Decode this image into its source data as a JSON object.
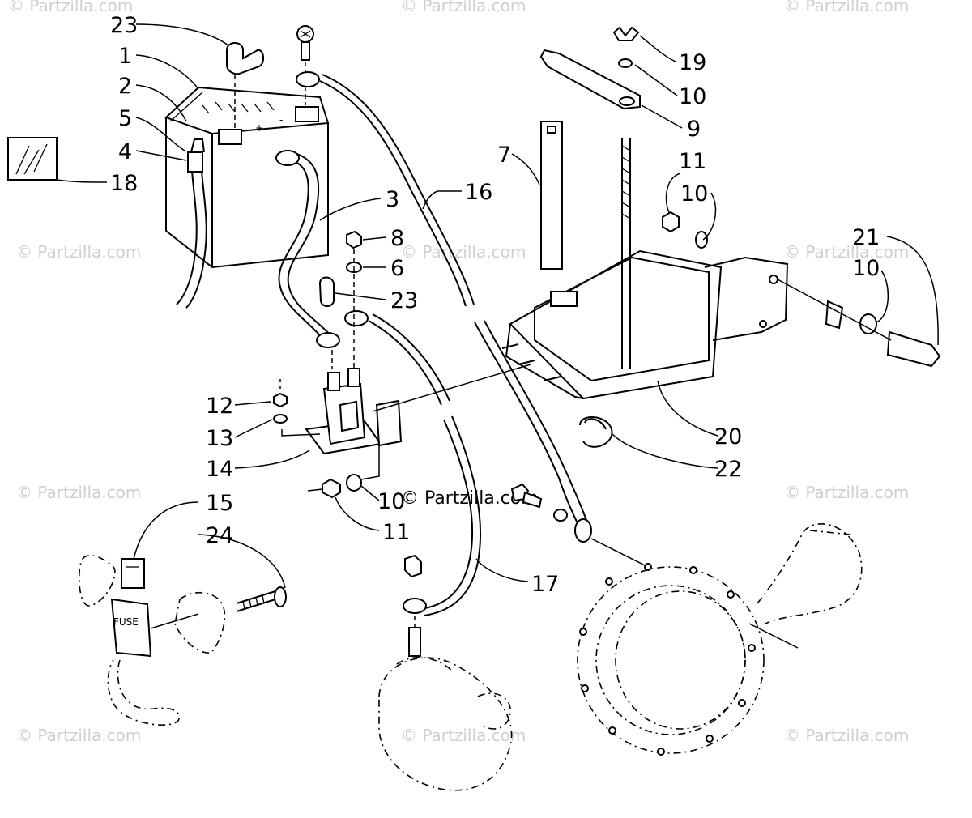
{
  "watermarks": [
    "© Partzilla.com",
    "© Partzilla.com",
    "© Partzilla.com",
    "© Partzilla.com",
    "© Partzilla.com",
    "© Partzilla.com",
    "© Partzilla.com",
    "© Partzilla.com",
    "© Partzilla.com",
    "© Partzilla.com",
    "© Partzilla.com",
    "© Partzilla.com"
  ],
  "fuse_label": "FUSE",
  "battery_marks": {
    "plus": "+",
    "minus": "-"
  },
  "callouts": [
    {
      "id": "c23a",
      "label": "23"
    },
    {
      "id": "c1",
      "label": "1"
    },
    {
      "id": "c2",
      "label": "2"
    },
    {
      "id": "c5",
      "label": "5"
    },
    {
      "id": "c4",
      "label": "4"
    },
    {
      "id": "c18",
      "label": "18"
    },
    {
      "id": "c3",
      "label": "3"
    },
    {
      "id": "c16",
      "label": "16"
    },
    {
      "id": "c8",
      "label": "8"
    },
    {
      "id": "c6",
      "label": "6"
    },
    {
      "id": "c23b",
      "label": "23"
    },
    {
      "id": "c7",
      "label": "7"
    },
    {
      "id": "c19",
      "label": "19"
    },
    {
      "id": "c10a",
      "label": "10"
    },
    {
      "id": "c9",
      "label": "9"
    },
    {
      "id": "c11a",
      "label": "11"
    },
    {
      "id": "c10b",
      "label": "10"
    },
    {
      "id": "c21",
      "label": "21"
    },
    {
      "id": "c10c",
      "label": "10"
    },
    {
      "id": "c12",
      "label": "12"
    },
    {
      "id": "c13",
      "label": "13"
    },
    {
      "id": "c14",
      "label": "14"
    },
    {
      "id": "c20",
      "label": "20"
    },
    {
      "id": "c22",
      "label": "22"
    },
    {
      "id": "c15",
      "label": "15"
    },
    {
      "id": "c10d",
      "label": "10"
    },
    {
      "id": "c11b",
      "label": "11"
    },
    {
      "id": "c24",
      "label": "24"
    },
    {
      "id": "c17",
      "label": "17"
    }
  ]
}
